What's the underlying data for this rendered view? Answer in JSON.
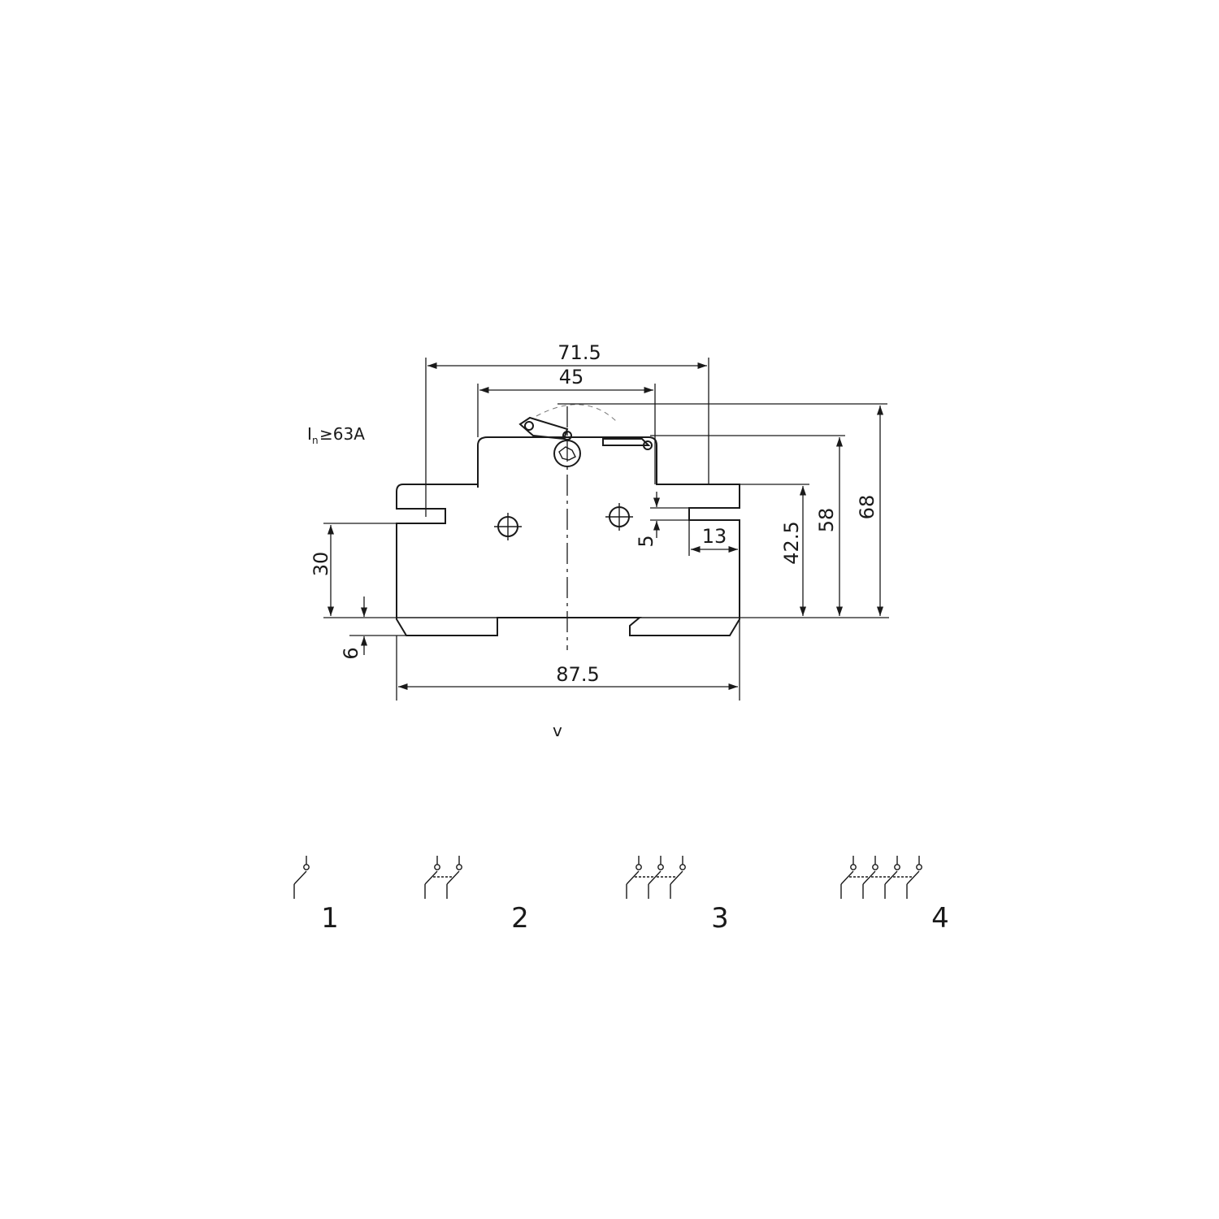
{
  "note": {
    "symbol": "I",
    "subscript": "n",
    "rest": "≥63A"
  },
  "dimensions": {
    "top_width": "71.5",
    "handle_width": "45",
    "total_width": "87.5",
    "height_68": "68",
    "height_58": "58",
    "height_42_5": "42.5",
    "slot_13": "13",
    "slot_5": "5",
    "left_30": "30",
    "bottom_6": "6"
  },
  "stray_mark": "v",
  "poles": [
    {
      "label": "1",
      "count": 1
    },
    {
      "label": "2",
      "count": 2
    },
    {
      "label": "3",
      "count": 3
    },
    {
      "label": "4",
      "count": 4
    }
  ]
}
